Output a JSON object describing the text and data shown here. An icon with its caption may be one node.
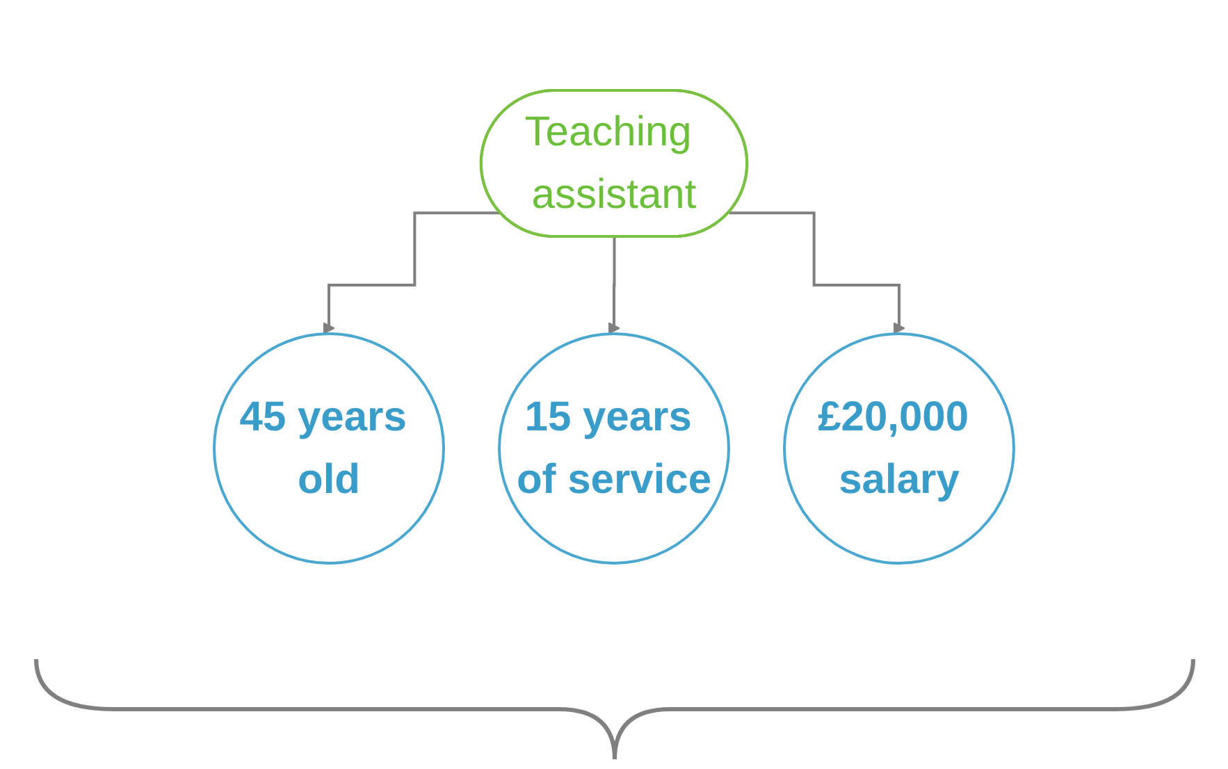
{
  "diagram": {
    "nodes": [
      {
        "text": [
          "Teaching assistant"
        ]
      },
      {
        "text": [
          "45 years old"
        ]
      },
      {
        "text": [
          "15 years of service"
        ]
      },
      {
        "text": [
          "£20,000 salary"
        ]
      }
    ],
    "edges": [
      {
        "from": 0,
        "to": 1,
        "arrow": "to"
      },
      {
        "from": 0,
        "to": 2,
        "arrow": "to"
      },
      {
        "from": 0,
        "to": 3,
        "arrow": "to"
      }
    ]
  }
}
